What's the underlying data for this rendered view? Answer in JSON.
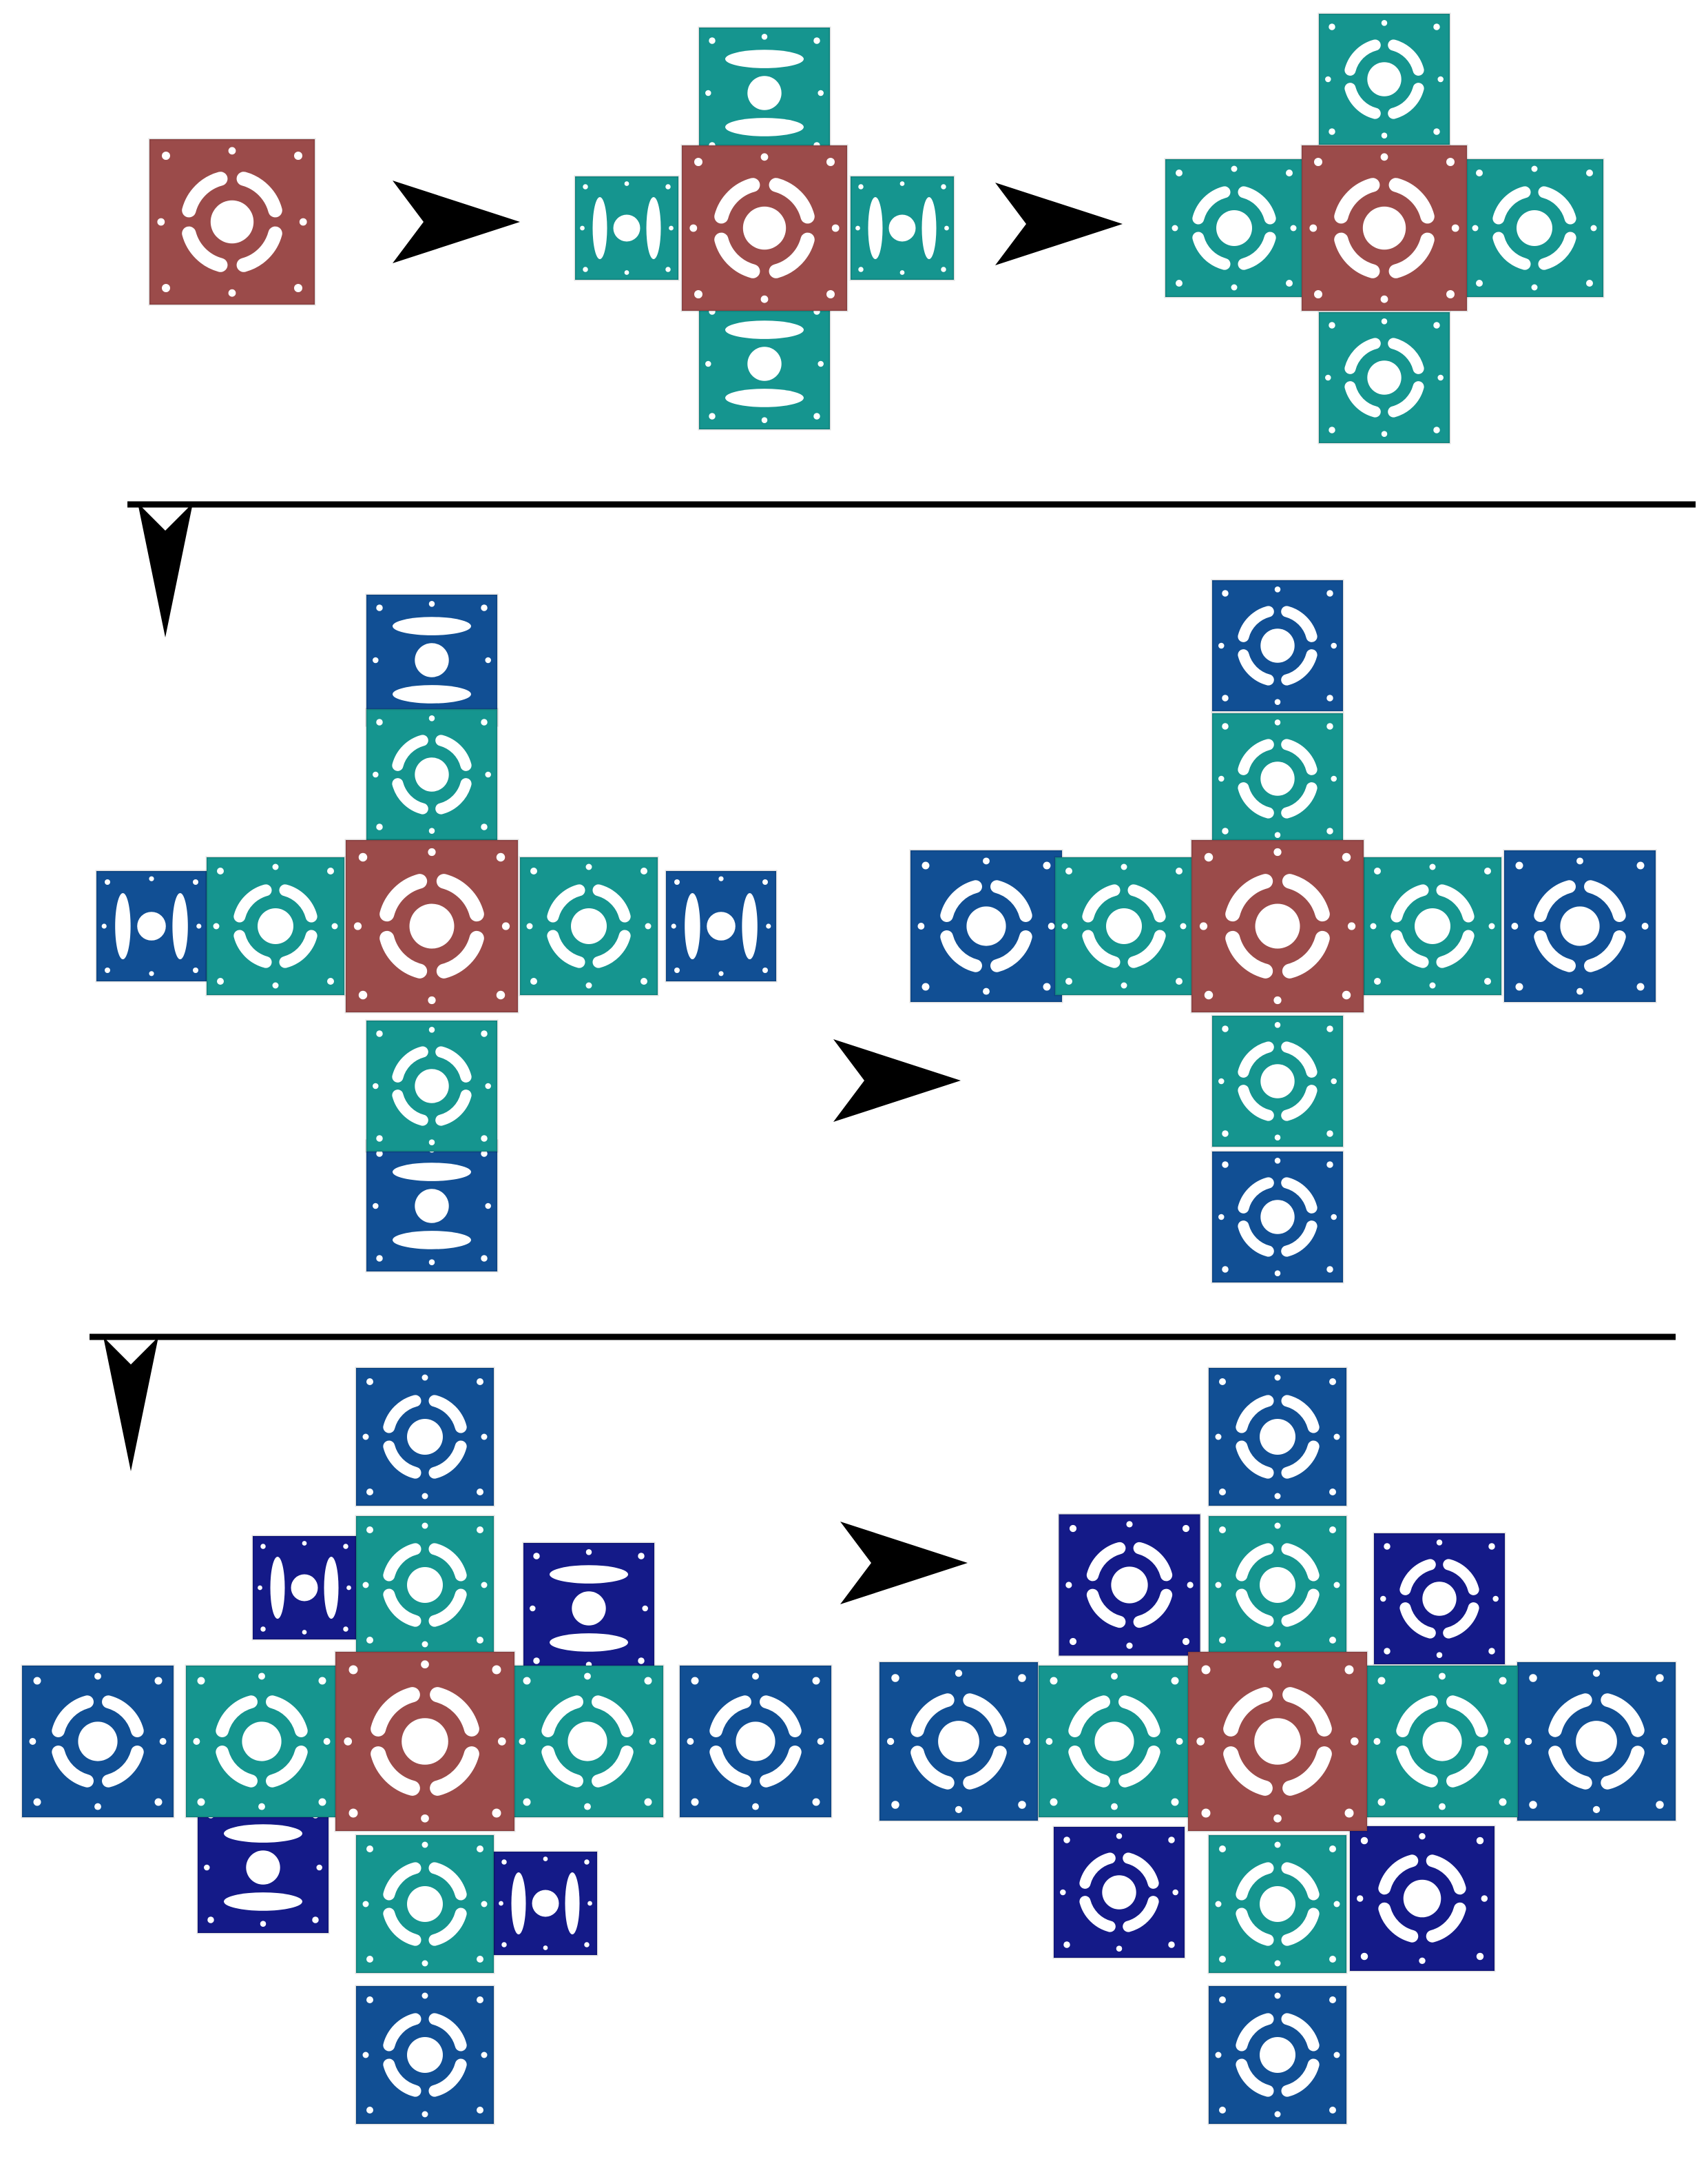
{
  "colors": {
    "background": "#ffffff",
    "center_tile": "#9b4b4a",
    "ring1_tile": "#15958f",
    "ring2_tile": "#114f94",
    "diagonal_tile": "#141a88",
    "arrow": "#000000",
    "divider": "#000000",
    "cutout": "#ffffff"
  },
  "legend_text": [],
  "tile_types": {
    "center": {
      "color_key": "center_tile",
      "description_visible": false
    },
    "ring1": {
      "color_key": "ring1_tile"
    },
    "ring2": {
      "color_key": "ring2_tile"
    },
    "diag": {
      "color_key": "diagonal_tile"
    }
  },
  "stages": [
    {
      "id": "stage-1",
      "tiles": [
        {
          "type": "center",
          "pattern": "open"
        }
      ]
    },
    {
      "id": "stage-2",
      "tiles": [
        {
          "type": "center",
          "pattern": "open"
        },
        {
          "type": "ring1",
          "pattern": "fold-h"
        },
        {
          "type": "ring1",
          "pattern": "fold-v"
        },
        {
          "type": "ring1",
          "pattern": "fold-v"
        },
        {
          "type": "ring1",
          "pattern": "fold-h"
        }
      ]
    },
    {
      "id": "stage-3",
      "tiles": [
        {
          "type": "center",
          "pattern": "open"
        },
        {
          "type": "ring1",
          "pattern": "open"
        },
        {
          "type": "ring1",
          "pattern": "open"
        },
        {
          "type": "ring1",
          "pattern": "open"
        },
        {
          "type": "ring1",
          "pattern": "open"
        }
      ]
    },
    {
      "id": "stage-4",
      "tiles": [
        {
          "type": "center",
          "pattern": "open"
        },
        {
          "type": "ring1",
          "pattern": "open"
        },
        {
          "type": "ring1",
          "pattern": "open"
        },
        {
          "type": "ring1",
          "pattern": "open"
        },
        {
          "type": "ring1",
          "pattern": "open"
        },
        {
          "type": "ring2",
          "pattern": "fold-h"
        },
        {
          "type": "ring2",
          "pattern": "fold-v"
        },
        {
          "type": "ring2",
          "pattern": "fold-v"
        },
        {
          "type": "ring2",
          "pattern": "fold-h"
        }
      ]
    },
    {
      "id": "stage-5",
      "tiles": [
        {
          "type": "center",
          "pattern": "open"
        },
        {
          "type": "ring1",
          "pattern": "open"
        },
        {
          "type": "ring1",
          "pattern": "open"
        },
        {
          "type": "ring1",
          "pattern": "open"
        },
        {
          "type": "ring1",
          "pattern": "open"
        },
        {
          "type": "ring2",
          "pattern": "open"
        },
        {
          "type": "ring2",
          "pattern": "open"
        },
        {
          "type": "ring2",
          "pattern": "open"
        },
        {
          "type": "ring2",
          "pattern": "open"
        }
      ]
    },
    {
      "id": "stage-6",
      "tiles": [
        {
          "type": "center",
          "pattern": "open"
        },
        {
          "type": "ring1",
          "pattern": "open"
        },
        {
          "type": "ring1",
          "pattern": "open"
        },
        {
          "type": "ring1",
          "pattern": "open"
        },
        {
          "type": "ring1",
          "pattern": "open"
        },
        {
          "type": "ring2",
          "pattern": "open"
        },
        {
          "type": "ring2",
          "pattern": "open"
        },
        {
          "type": "ring2",
          "pattern": "open"
        },
        {
          "type": "ring2",
          "pattern": "open"
        },
        {
          "type": "diag",
          "pattern": "fold-v"
        },
        {
          "type": "diag",
          "pattern": "fold-h"
        },
        {
          "type": "diag",
          "pattern": "fold-h"
        },
        {
          "type": "diag",
          "pattern": "fold-v"
        }
      ]
    },
    {
      "id": "stage-7",
      "tiles": [
        {
          "type": "center",
          "pattern": "open"
        },
        {
          "type": "ring1",
          "pattern": "open"
        },
        {
          "type": "ring1",
          "pattern": "open"
        },
        {
          "type": "ring1",
          "pattern": "open"
        },
        {
          "type": "ring1",
          "pattern": "open"
        },
        {
          "type": "ring2",
          "pattern": "open"
        },
        {
          "type": "ring2",
          "pattern": "open"
        },
        {
          "type": "ring2",
          "pattern": "open"
        },
        {
          "type": "ring2",
          "pattern": "open"
        },
        {
          "type": "diag",
          "pattern": "open"
        },
        {
          "type": "diag",
          "pattern": "open"
        },
        {
          "type": "diag",
          "pattern": "open"
        },
        {
          "type": "diag",
          "pattern": "open"
        }
      ]
    }
  ],
  "arrows": [
    {
      "id": "arrow-1-to-2",
      "direction": "right"
    },
    {
      "id": "arrow-2-to-3",
      "direction": "right"
    },
    {
      "id": "arrow-row1-to-row2",
      "direction": "down"
    },
    {
      "id": "arrow-4-to-5",
      "direction": "right"
    },
    {
      "id": "arrow-row2-to-row3",
      "direction": "down"
    },
    {
      "id": "arrow-6-to-7",
      "direction": "right"
    }
  ]
}
